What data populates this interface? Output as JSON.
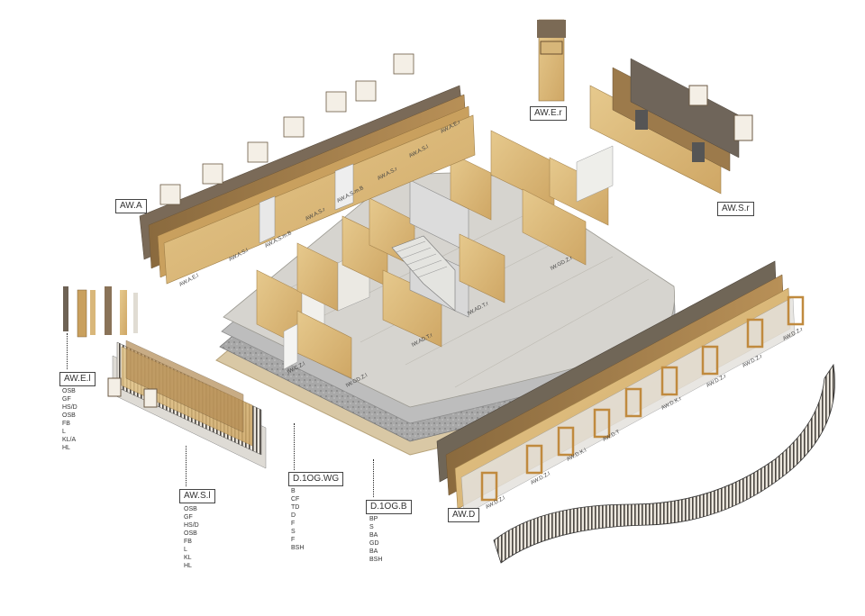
{
  "groups": {
    "aw_a": {
      "tag": "AW.A"
    },
    "aw_e_r": {
      "tag": "AW.E.r"
    },
    "aw_s_r": {
      "tag": "AW.S.r"
    },
    "aw_e_l": {
      "tag": "AW.E.l",
      "layers": [
        "OSB",
        "GF",
        "HS/D",
        "OSB",
        "FB",
        "L",
        "KL/A",
        "HL"
      ]
    },
    "aw_s_l": {
      "tag": "AW.S.l",
      "layers": [
        "OSB",
        "GF",
        "HS/D",
        "OSB",
        "FB",
        "L",
        "KL",
        "HL"
      ]
    },
    "d_1og_wg": {
      "tag": "D.1OG.WG",
      "layers": [
        "B",
        "CF",
        "TD",
        "D",
        "F",
        "S",
        "F",
        "BSH"
      ]
    },
    "d_1og_b": {
      "tag": "D.1OG.B",
      "layers": [
        "BP",
        "S",
        "BA",
        "GD",
        "BA",
        "BSH"
      ]
    },
    "aw_d": {
      "tag": "AW.D"
    }
  },
  "wall_labels": {
    "aw_a": [
      "AW.A.E.l",
      "AW.A.S.l",
      "AW.A.S.m.B",
      "AW.A.S.r",
      "AW.A.S.m.B",
      "AW.A.S.r",
      "AW.A.S.l",
      "AW.A.E.r"
    ],
    "aw_d": [
      "AW.D.Z.l",
      "AW.D.Z.l",
      "AW.D.K.l",
      "AW.D.T",
      "AW.D.K.r",
      "AW.D.Z.r",
      "AW.D.Z.r",
      "AW.D.Z.r"
    ],
    "interior": [
      "IW.C.Z.l",
      "IW.GD.Z.l",
      "IW.AD.T.r",
      "IW.AD.T.r",
      "IW.GD.Z.r"
    ]
  }
}
